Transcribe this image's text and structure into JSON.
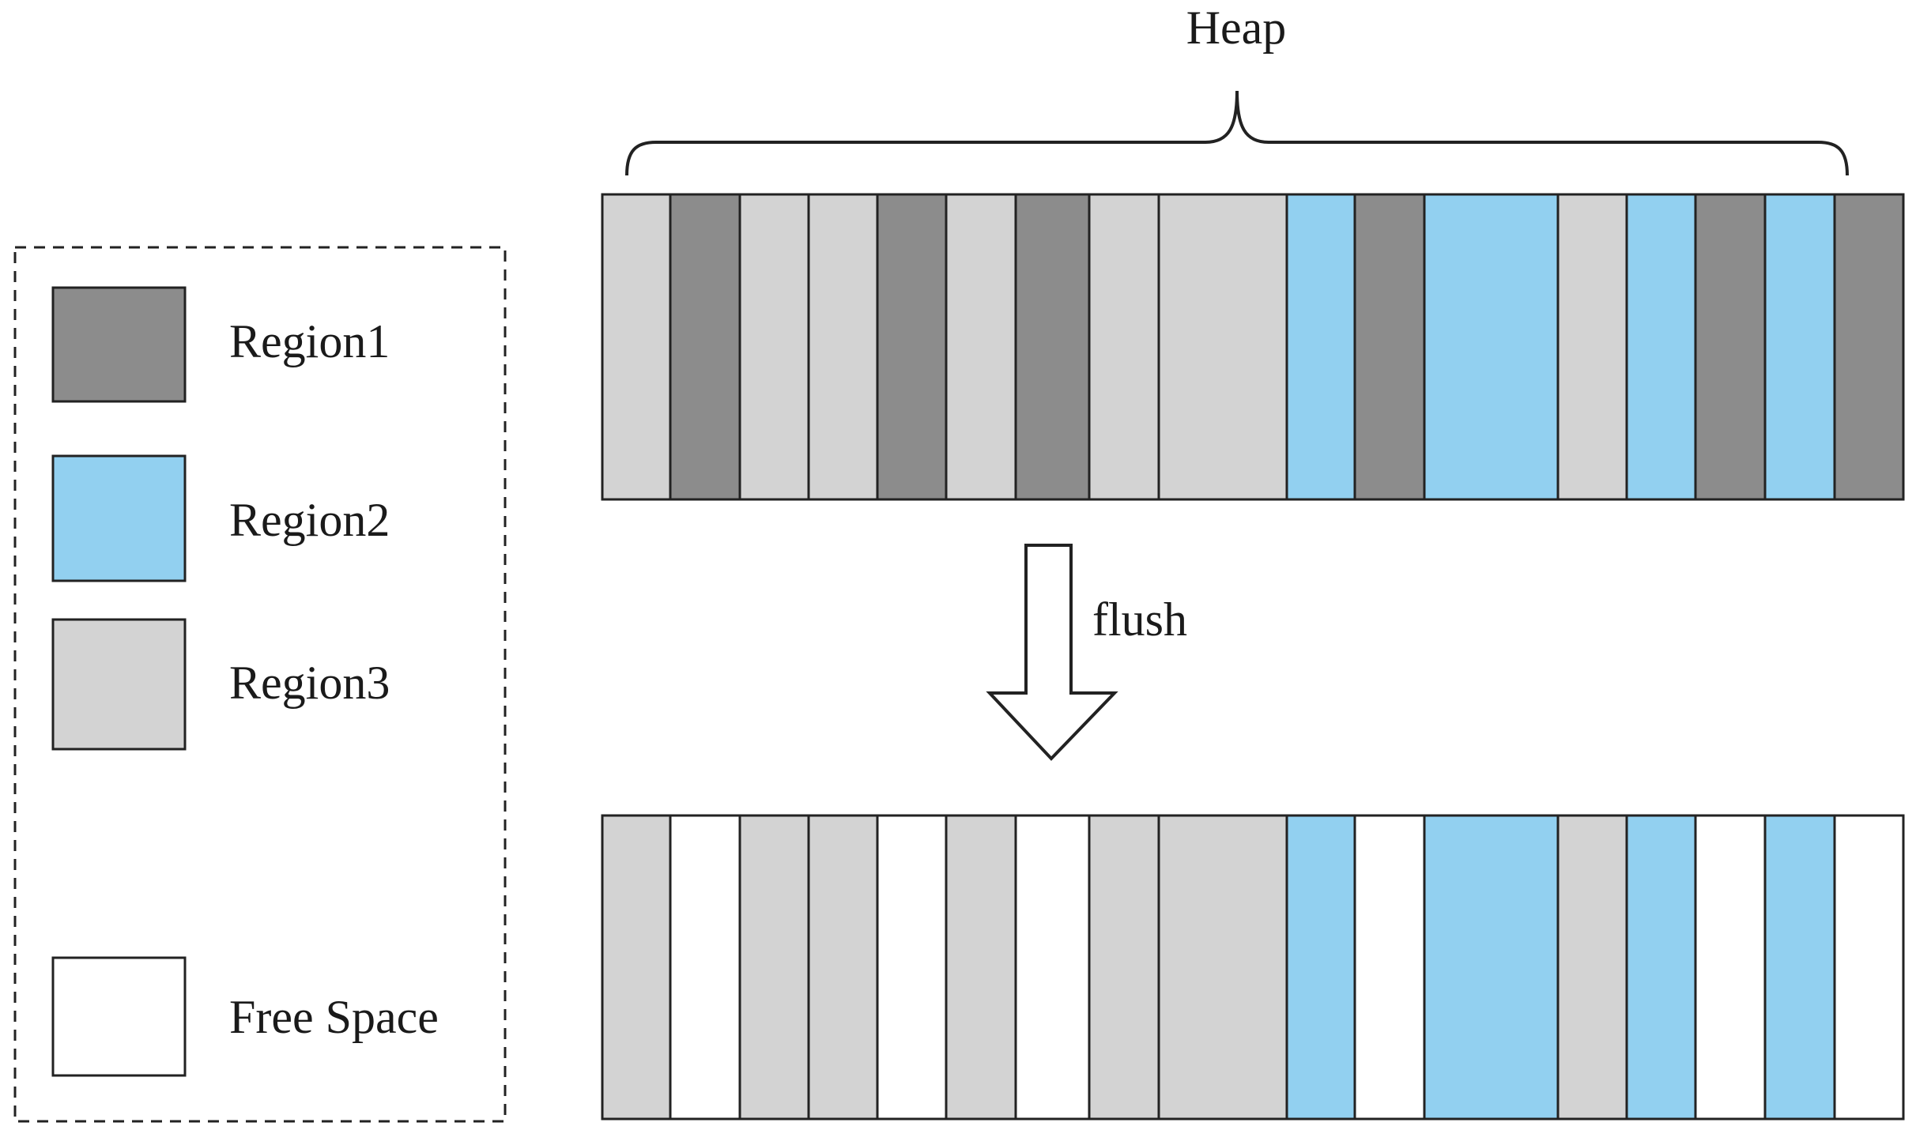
{
  "heap_label": "Heap",
  "flush_label": "flush",
  "colors": {
    "region1": "#8c8c8c",
    "region2": "#92d0f0",
    "region3": "#d3d3d3",
    "free": "#ffffff",
    "stroke": "#222222"
  },
  "legend": [
    {
      "key": "region1",
      "label": "Region1"
    },
    {
      "key": "region2",
      "label": "Region2"
    },
    {
      "key": "region3",
      "label": "Region3"
    },
    {
      "key": "free",
      "label": "Free Space"
    }
  ],
  "heap_before": [
    "region3",
    "region1",
    "region3",
    "region3",
    "region1",
    "region3",
    "region1",
    "region3",
    "region3",
    "region2",
    "region1",
    "region2",
    "region3",
    "region2",
    "region1",
    "region2",
    "region1"
  ],
  "heap_after": [
    "region3",
    "free",
    "region3",
    "region3",
    "free",
    "region3",
    "free",
    "region3",
    "region3",
    "region2",
    "free",
    "region2",
    "region3",
    "region2",
    "free",
    "region2",
    "free"
  ]
}
